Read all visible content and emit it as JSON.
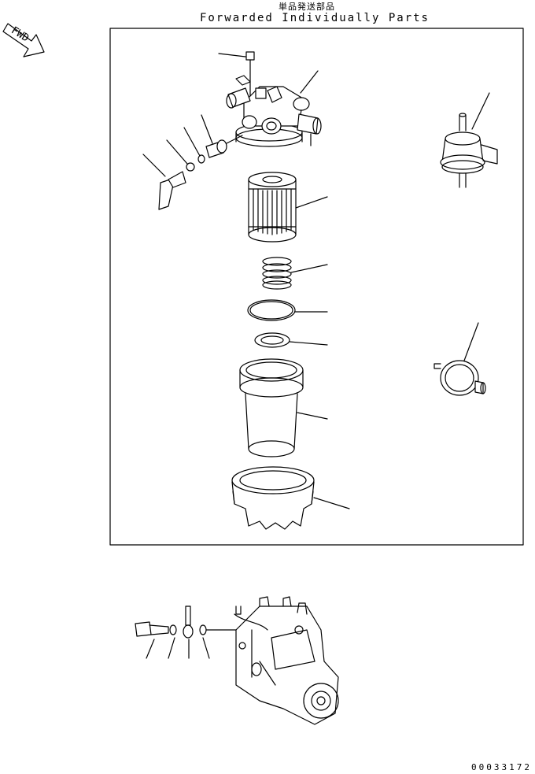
{
  "header": {
    "title_jp": "単品発送部品",
    "title_en": "Forwarded Individually Parts"
  },
  "fwd_arrow": {
    "label": "FWD"
  },
  "footer": {
    "doc_number": "00033172"
  }
}
